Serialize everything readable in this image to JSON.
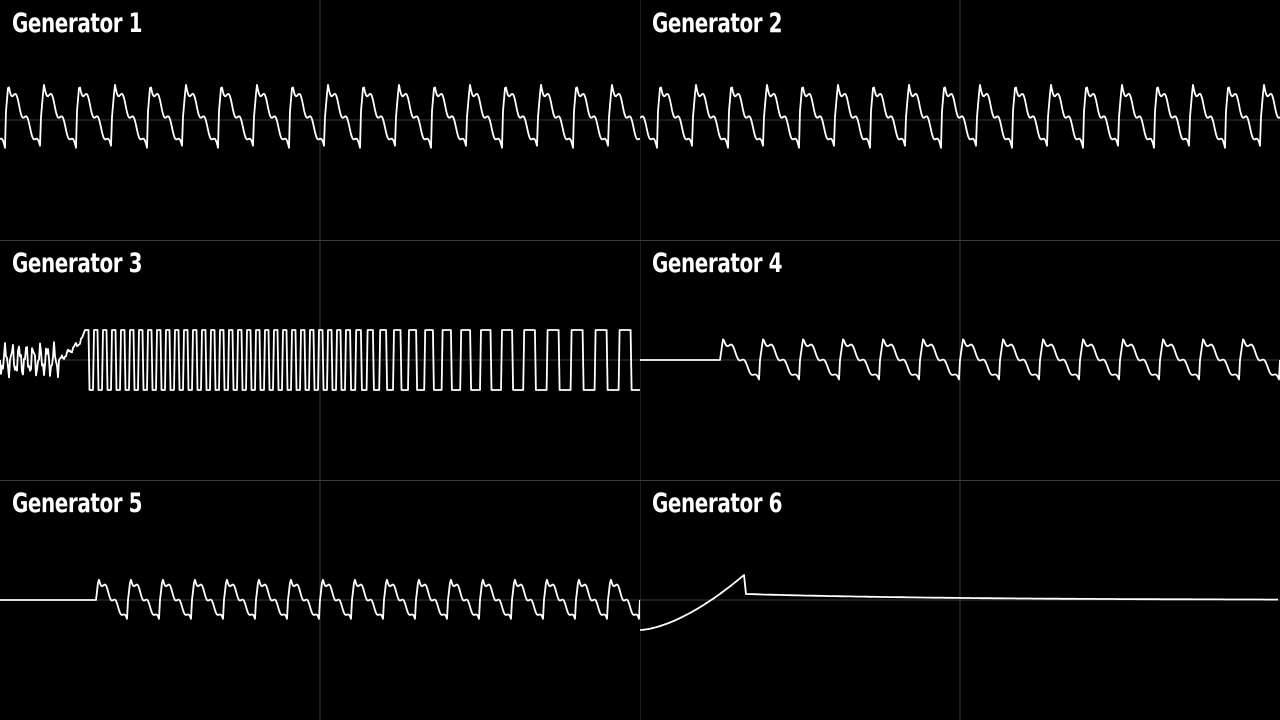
{
  "colors": {
    "background": "#000000",
    "trace": "#ffffff",
    "grid": "#3a3a3a",
    "centerline": "#2a2a2a"
  },
  "panels": [
    {
      "label": "Generator 1"
    },
    {
      "label": "Generator 2"
    },
    {
      "label": "Generator 3"
    },
    {
      "label": "Generator 4"
    },
    {
      "label": "Generator 5"
    },
    {
      "label": "Generator 6"
    }
  ]
}
